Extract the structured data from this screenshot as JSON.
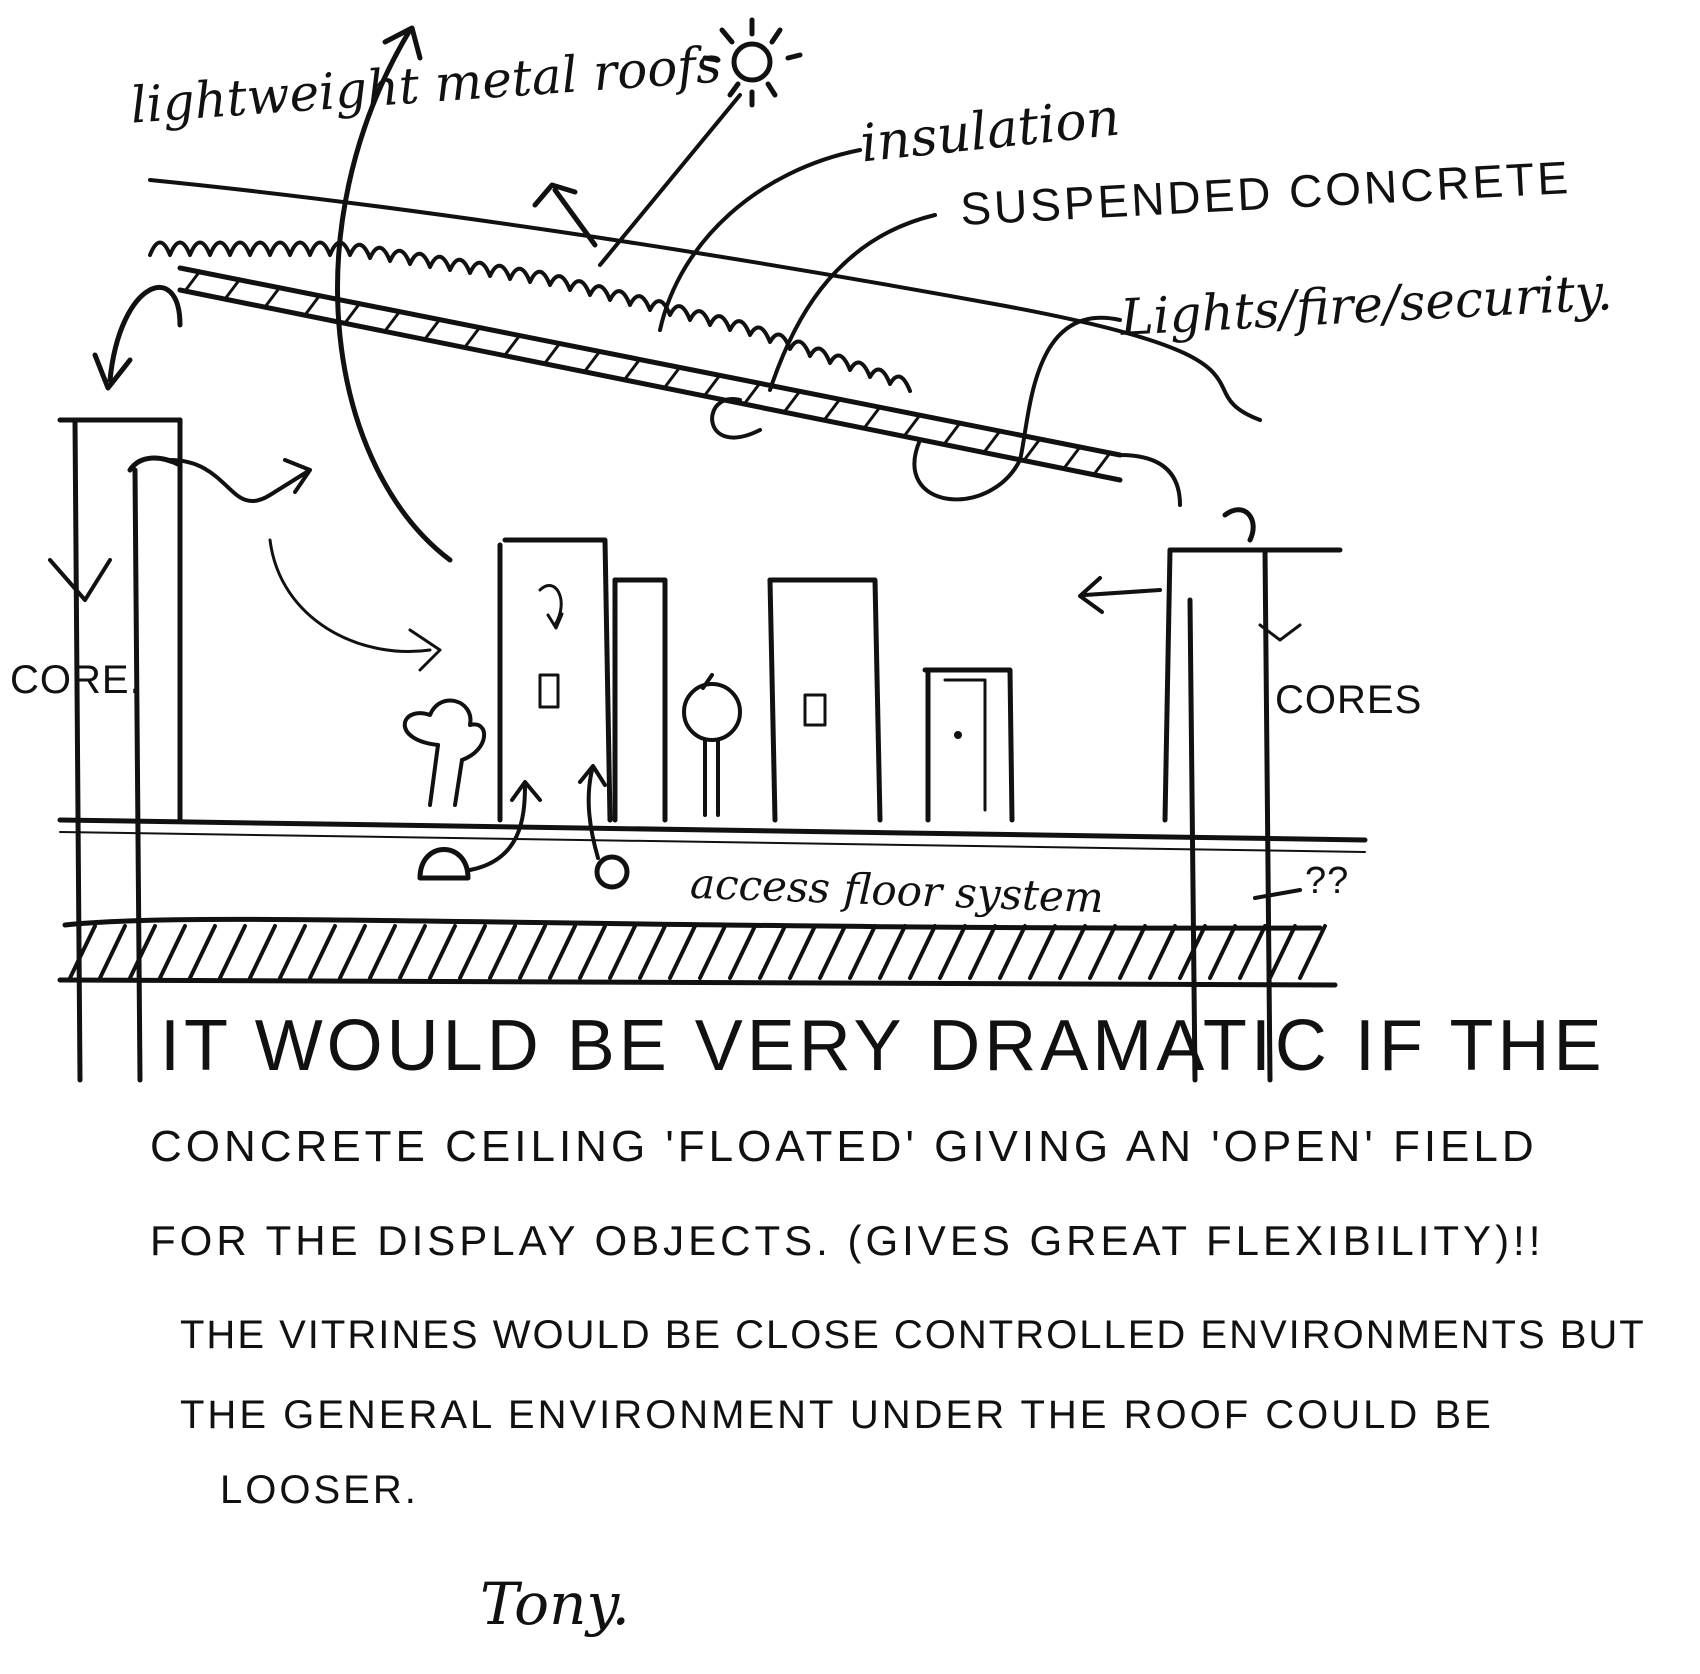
{
  "labels": {
    "lightweight_metal_roofs": "lightweight metal roofs",
    "insulation": "insulation",
    "suspended_concrete": "SUSPENDED CONCRETE",
    "lights_fire_security": "Lights/fire/security.",
    "core_left": "CORE.",
    "cores_right": "CORES",
    "floor_system": "access floor system",
    "question_marks": "??"
  },
  "note": {
    "lines": [
      "It would Be Very Dramatic if the",
      "Concrete ceiling 'Floated' giving an 'open' field",
      "for the display objects. (Gives great flexibility)!!",
      "The vitrines would be close controlled environments but",
      "the general environment under the roof could be",
      "looser."
    ]
  },
  "signature": "Tony.",
  "colors": {
    "ink": "#111111",
    "paper": "#ffffff"
  },
  "icons": {
    "sun": "sun-icon",
    "figure": "person-figure-icon",
    "plant": "plant-icon"
  }
}
